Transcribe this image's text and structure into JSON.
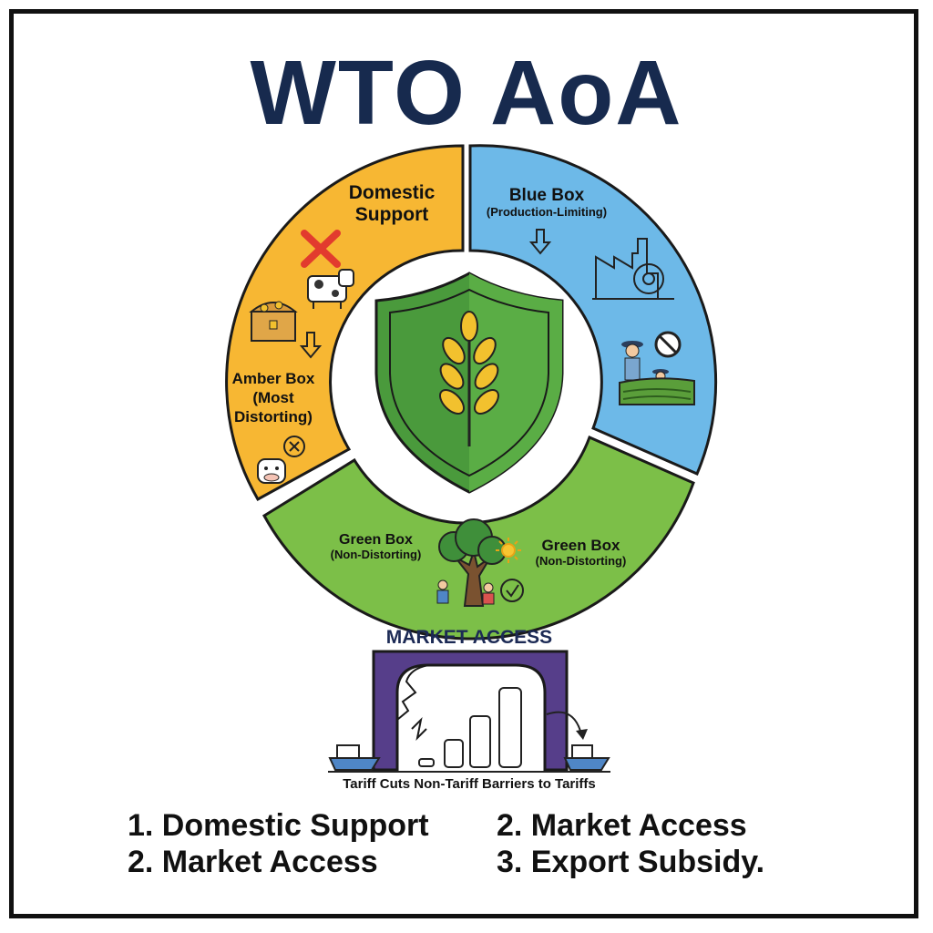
{
  "title": "WTO AoA",
  "segments": {
    "domestic": {
      "line1": "Domestic",
      "line2": "Support",
      "color": "#f7b733"
    },
    "amber": {
      "line1": "Amber Box",
      "line2": "(Most",
      "line3": "Distorting)",
      "color": "#f7b733"
    },
    "blue": {
      "line1": "Blue Box",
      "line2": "(Production-Limiting)",
      "color": "#6db9e8"
    },
    "green_left": {
      "line1": "Green Box",
      "line2": "(Non-Distorting)",
      "color": "#7cbf48"
    },
    "green_right": {
      "line1": "Green Box",
      "line2": "(Non-Distorting)",
      "color": "#7cbf48"
    }
  },
  "market_access": {
    "title": "MARKET ACCESS",
    "caption": "Tariff Cuts  Non-Tariff Barriers to Tariffs",
    "gate_color": "#563e8a"
  },
  "list": {
    "col1": [
      "1. Domestic Support",
      "2. Market Access"
    ],
    "col2": [
      "2. Market Access",
      "3. Export Subsidy."
    ]
  },
  "icons": [
    "cross-icon",
    "cow-icon",
    "treasure-chest-icon",
    "down-arrow-icon",
    "factory-gear-icon",
    "farmer-icon",
    "prohibited-icon",
    "field-icon",
    "tree-icon",
    "sun-icon",
    "check-icon",
    "shield-wheat-icon",
    "ship-icon",
    "coin-stack-icon"
  ]
}
